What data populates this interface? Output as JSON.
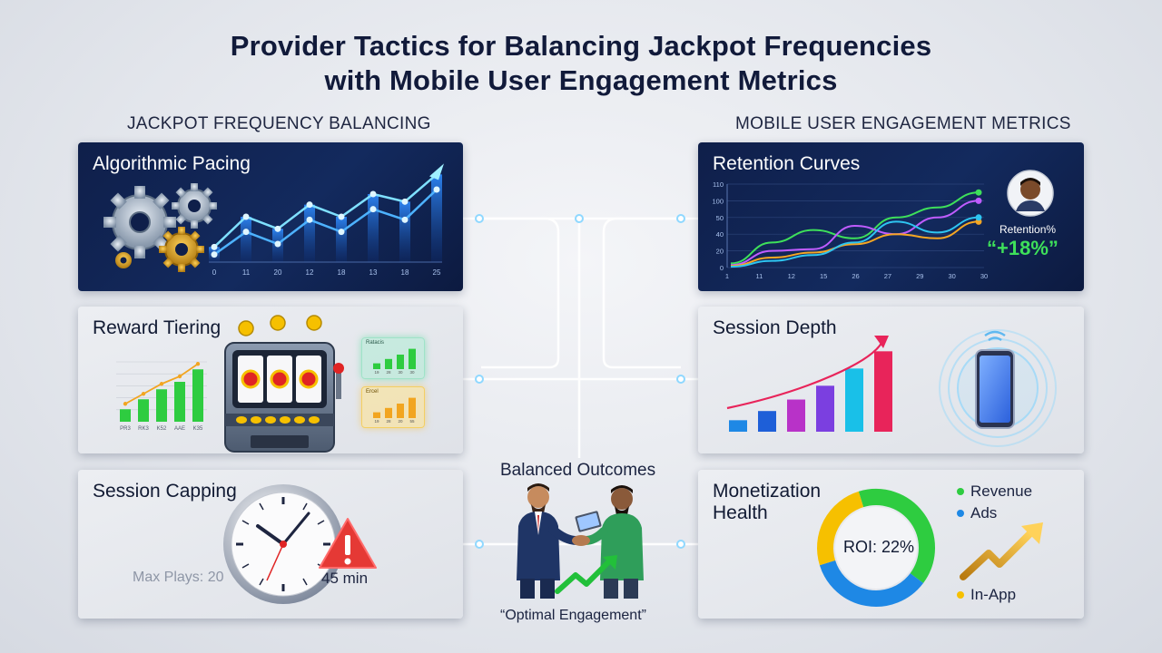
{
  "title_line1": "Provider Tactics for Balancing Jackpot Frequencies",
  "title_line2": "with Mobile User Engagement Metrics",
  "left_header": "JACKPOT FREQUENCY BALANCING",
  "right_header": "MOBILE USER ENGAGEMENT METRICS",
  "colors": {
    "dark_panel": "#0f1f4a",
    "light_panel": "#e6e8ed",
    "connector": "#ffffff",
    "green": "#2ecc40",
    "blue": "#1e88e5",
    "yellow": "#f6c000",
    "red": "#e02424"
  },
  "panels": {
    "algorithmic_pacing": {
      "title": "Algorithmic Pacing",
      "icons": [
        "gears-icon"
      ],
      "x_ticks": [
        "0",
        "11",
        "20",
        "12",
        "18",
        "13",
        "18",
        "25"
      ],
      "chart_data": {
        "type": "line",
        "series": [
          {
            "values": [
              10,
              30,
              22,
              38,
              30,
              45,
              40,
              58
            ]
          },
          {
            "values": [
              5,
              20,
              12,
              28,
              20,
              35,
              28,
              48
            ]
          }
        ]
      }
    },
    "reward_tiering": {
      "title": "Reward Tiering",
      "icons": [
        "slot-machine-icon",
        "coin-icon"
      ],
      "mini_chart_ticks": [
        "PR3",
        "RK3",
        "K52",
        "AAE",
        "K35"
      ],
      "bars": [
        10,
        18,
        26,
        32,
        42
      ],
      "card_top_label": "Ratacis",
      "card_bottom_label": "Ercel",
      "card_top_ticks": [
        "19",
        "28",
        "30",
        "30"
      ],
      "card_bottom_ticks": [
        "19",
        "28",
        "20",
        "55"
      ]
    },
    "session_capping": {
      "title": "Session Capping",
      "max_plays": "Max Plays: 20",
      "time_limit": "45 min",
      "icons": [
        "clock-icon",
        "warning-icon"
      ]
    },
    "retention_curves": {
      "title": "Retention Curves",
      "y_ticks": [
        "110",
        "100",
        "50",
        "40",
        "20",
        "0"
      ],
      "x_ticks": [
        "1",
        "11",
        "12",
        "15",
        "26",
        "27",
        "29",
        "30",
        "30"
      ],
      "retention_label": "Retention%",
      "retention_value": "“+18%”",
      "chart_data": {
        "type": "line",
        "series": [
          {
            "color": "#3ee05a",
            "values": [
              5,
              30,
              45,
              35,
              60,
              72,
              90
            ]
          },
          {
            "color": "#c05cff",
            "values": [
              3,
              20,
              22,
              50,
              40,
              60,
              80
            ]
          },
          {
            "color": "#f5a623",
            "values": [
              2,
              12,
              18,
              28,
              40,
              35,
              55
            ]
          },
          {
            "color": "#2ec4f0",
            "values": [
              1,
              8,
              15,
              30,
              55,
              42,
              60
            ]
          }
        ]
      }
    },
    "session_depth": {
      "title": "Session Depth",
      "icons": [
        "smartphone-icon"
      ],
      "chart_data": {
        "type": "bar",
        "values": [
          10,
          18,
          28,
          40,
          55,
          70
        ],
        "colors": [
          "#1e88e5",
          "#1e5fd8",
          "#b832c8",
          "#7b3fe0",
          "#19c0e8",
          "#e8245a"
        ]
      }
    },
    "balanced_outcomes": {
      "title": "Balanced Outcomes",
      "subtitle": "“Optimal Engagement”",
      "icons": [
        "handshake-icon",
        "trend-arrow-icon"
      ]
    },
    "monetization_health": {
      "title_line1": "Monetization",
      "title_line2": "Health",
      "roi": "ROI: 22%",
      "legend": [
        {
          "label": "Revenue",
          "color": "#2ecc40"
        },
        {
          "label": "Ads",
          "color": "#1e88e5"
        },
        {
          "label": "In-App",
          "color": "#f6c000"
        }
      ],
      "chart_data": {
        "type": "pie",
        "values": [
          40,
          35,
          25
        ],
        "colors": [
          "#2ecc40",
          "#1e88e5",
          "#f6c000"
        ]
      }
    }
  }
}
